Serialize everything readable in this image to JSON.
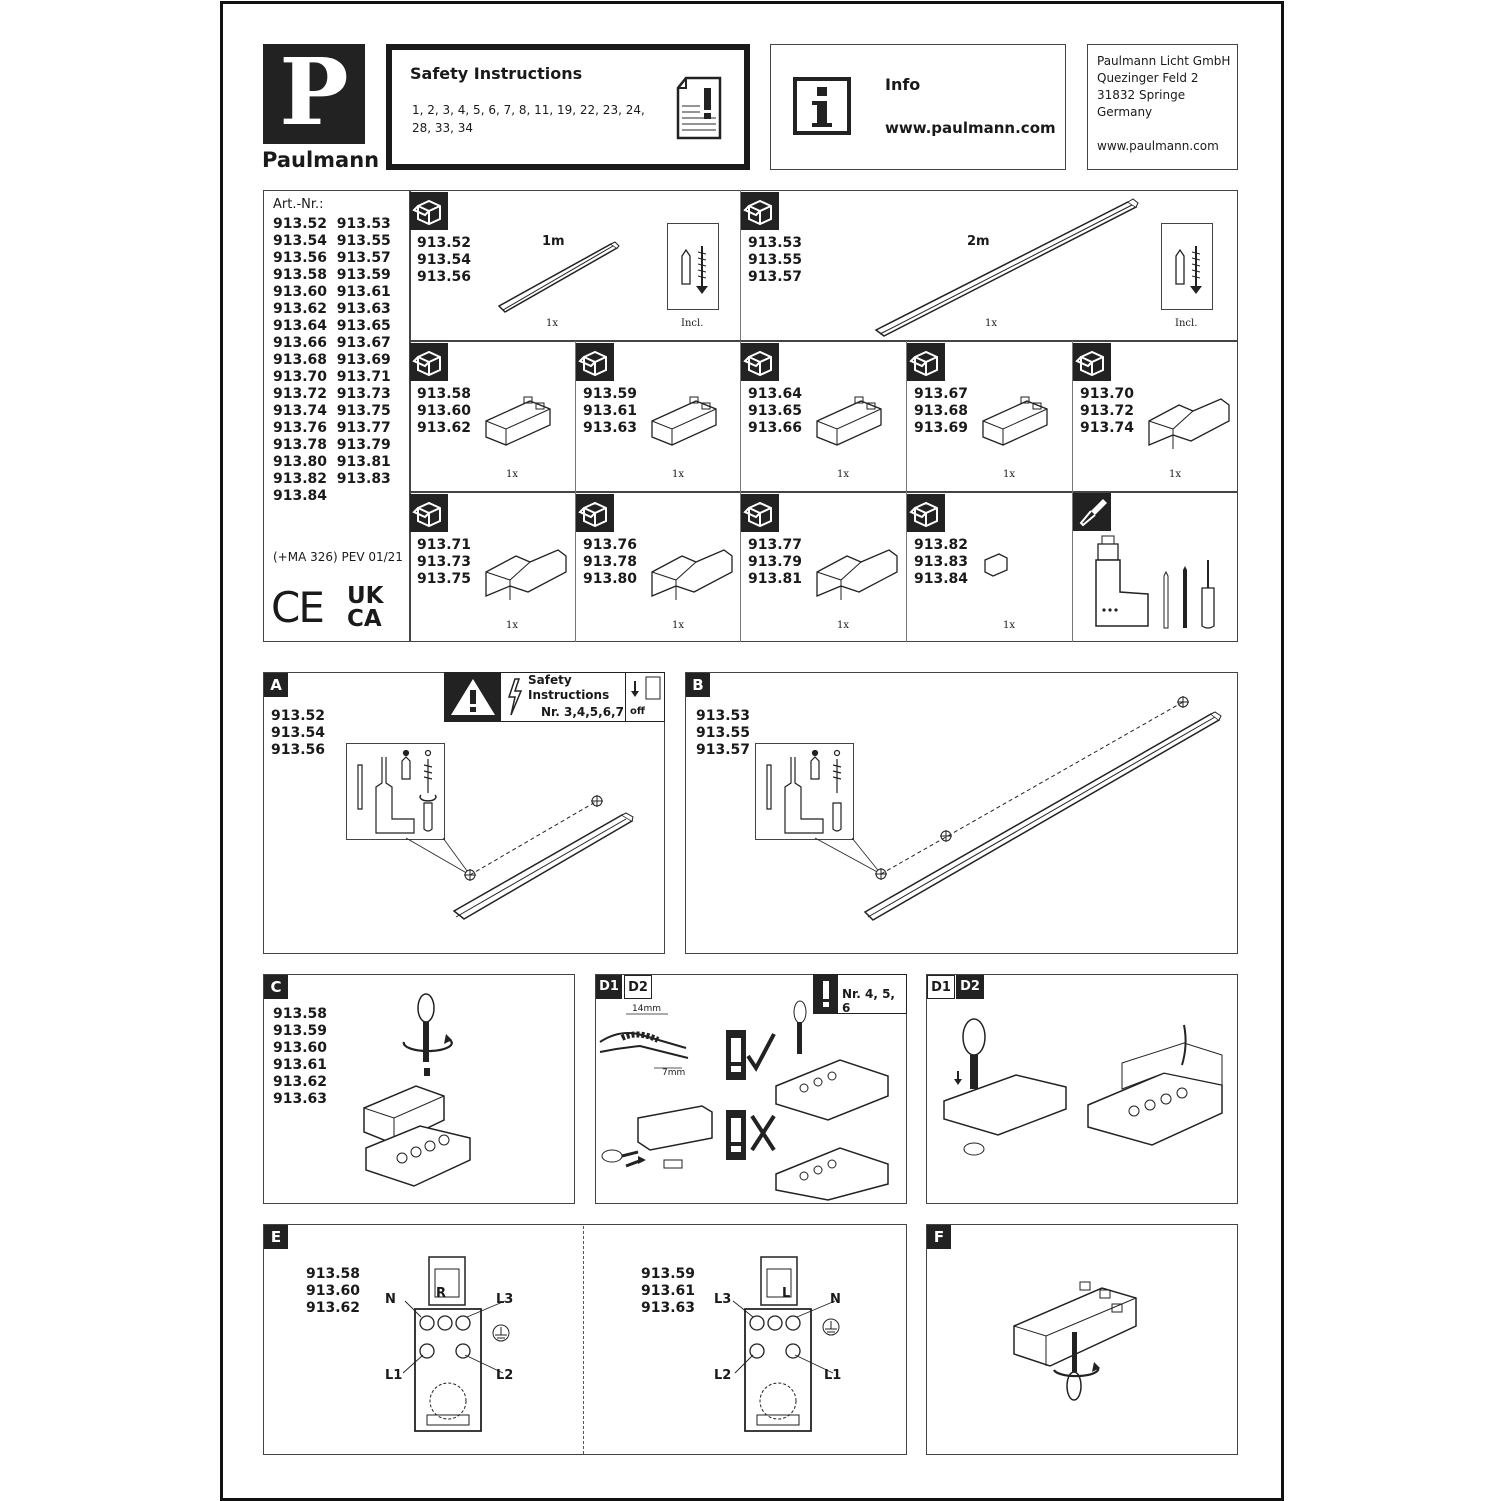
{
  "brand": {
    "logo_letter": "P",
    "name": "Paulmann"
  },
  "safety": {
    "title": "Safety Instructions",
    "numbers_line1": "1, 2, 3, 4, 5, 6, 7, 8, 11, 19, 22, 23, 24,",
    "numbers_line2": "28, 33, 34"
  },
  "info": {
    "title": "Info",
    "url": "www.paulmann.com"
  },
  "address": {
    "line1": "Paulmann Licht GmbH",
    "line2": "Quezinger Feld 2",
    "line3": "31832 Springe",
    "line4": "Germany",
    "url": "www.paulmann.com"
  },
  "articles": {
    "heading": "Art.-Nr.:",
    "rows": [
      "913.52  913.53",
      "913.54  913.55",
      "913.56  913.57",
      "913.58  913.59",
      "913.60  913.61",
      "913.62  913.63",
      "913.64  913.65",
      "913.66  913.67",
      "913.68  913.69",
      "913.70  913.71",
      "913.72  913.73",
      "913.74  913.75",
      "913.76  913.77",
      "913.78  913.79",
      "913.80  913.81",
      "913.82  913.83",
      "913.84"
    ],
    "revision": "(+MA 326) PEV 01/21",
    "ce": "CE",
    "ukca_1": "UK",
    "ukca_2": "CA"
  },
  "parts": {
    "track1": {
      "codes": [
        "913.52",
        "913.54",
        "913.56"
      ],
      "length": "1m",
      "qty": "1x",
      "incl": "Incl."
    },
    "track2": {
      "codes": [
        "913.53",
        "913.55",
        "913.57"
      ],
      "length": "2m",
      "qty": "1x",
      "incl": "Incl."
    },
    "row2": [
      {
        "codes": [
          "913.58",
          "913.60",
          "913.62"
        ],
        "qty": "1x"
      },
      {
        "codes": [
          "913.59",
          "913.61",
          "913.63"
        ],
        "qty": "1x"
      },
      {
        "codes": [
          "913.64",
          "913.65",
          "913.66"
        ],
        "qty": "1x"
      },
      {
        "codes": [
          "913.67",
          "913.68",
          "913.69"
        ],
        "qty": "1x"
      },
      {
        "codes": [
          "913.70",
          "913.72",
          "913.74"
        ],
        "qty": "1x"
      }
    ],
    "row3": [
      {
        "codes": [
          "913.71",
          "913.73",
          "913.75"
        ],
        "qty": "1x"
      },
      {
        "codes": [
          "913.76",
          "913.78",
          "913.80"
        ],
        "qty": "1x"
      },
      {
        "codes": [
          "913.77",
          "913.79",
          "913.81"
        ],
        "qty": "1x"
      },
      {
        "codes": [
          "913.82",
          "913.83",
          "913.84"
        ],
        "qty": "1x"
      }
    ]
  },
  "stepA": {
    "letter": "A",
    "codes": [
      "913.52",
      "913.54",
      "913.56"
    ],
    "safety_l1": "Safety",
    "safety_l2": "Instructions",
    "safety_nr": "Nr. 3,4,5,6,7",
    "off": "off"
  },
  "stepB": {
    "letter": "B",
    "codes": [
      "913.53",
      "913.55",
      "913.57"
    ]
  },
  "stepC": {
    "letter": "C",
    "codes": [
      "913.58",
      "913.59",
      "913.60",
      "913.61",
      "913.62",
      "913.63"
    ]
  },
  "stepD": {
    "d1": "D1",
    "d2": "D2",
    "nr": "Nr. 4, 5, 6",
    "len1": "14mm",
    "len2": "7mm"
  },
  "stepE": {
    "letter": "E",
    "left": {
      "codes": [
        "913.58",
        "913.60",
        "913.62"
      ],
      "N": "N",
      "L3": "L3",
      "L1": "L1",
      "L2": "L2",
      "dir": "R"
    },
    "right": {
      "codes": [
        "913.59",
        "913.61",
        "913.63"
      ],
      "L3": "L3",
      "N": "N",
      "L2": "L2",
      "L1": "L1",
      "dir": "L"
    }
  },
  "stepF": {
    "letter": "F"
  }
}
